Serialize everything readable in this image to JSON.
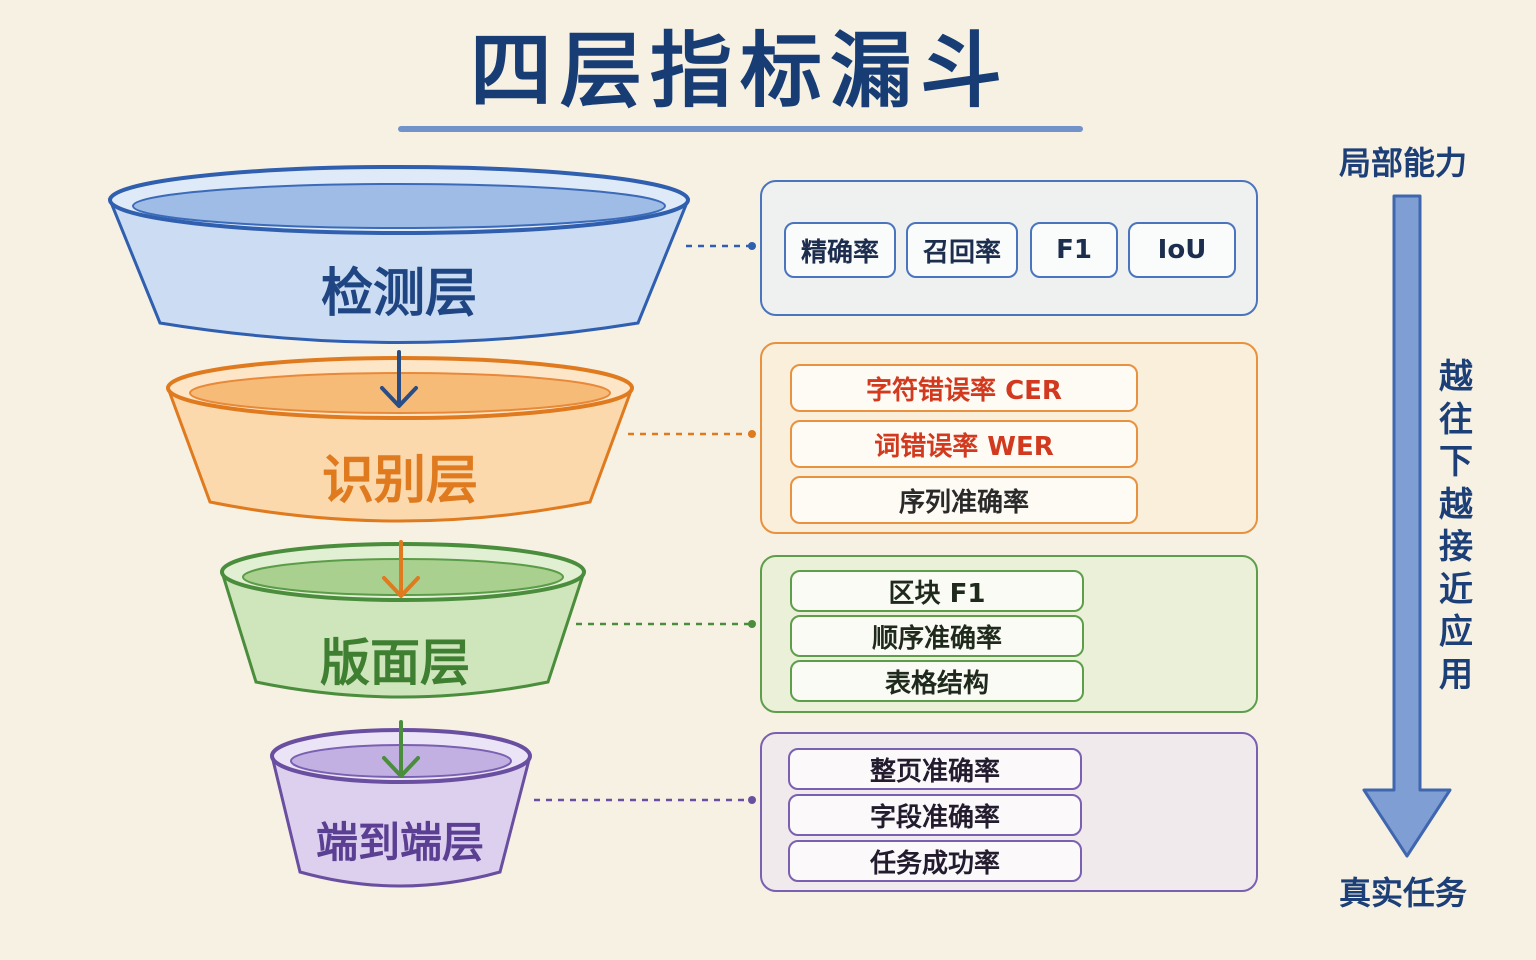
{
  "title": "四层指标漏斗",
  "layers": [
    {
      "label": "检测层",
      "color": "#2f5fae"
    },
    {
      "label": "识别层",
      "color": "#e07a1e"
    },
    {
      "label": "版面层",
      "color": "#4a8d3c"
    },
    {
      "label": "端到端层",
      "color": "#6a4fa0"
    }
  ],
  "panels": {
    "detection": {
      "metrics": [
        "精确率",
        "召回率",
        "F1",
        "IoU"
      ]
    },
    "recognition": {
      "metrics": [
        "字符错误率 CER",
        "词错误率 WER",
        "序列准确率"
      ],
      "highlight_color": "#d13a1e"
    },
    "layout": {
      "metrics": [
        "区块 F1",
        "顺序准确率",
        "表格结构"
      ]
    },
    "end_to_end": {
      "metrics": [
        "整页准确率",
        "字段准确率",
        "任务成功率"
      ]
    }
  },
  "scale": {
    "top": "局部能力",
    "middle": "越往下越接近应用",
    "bottom": "真实任务"
  }
}
